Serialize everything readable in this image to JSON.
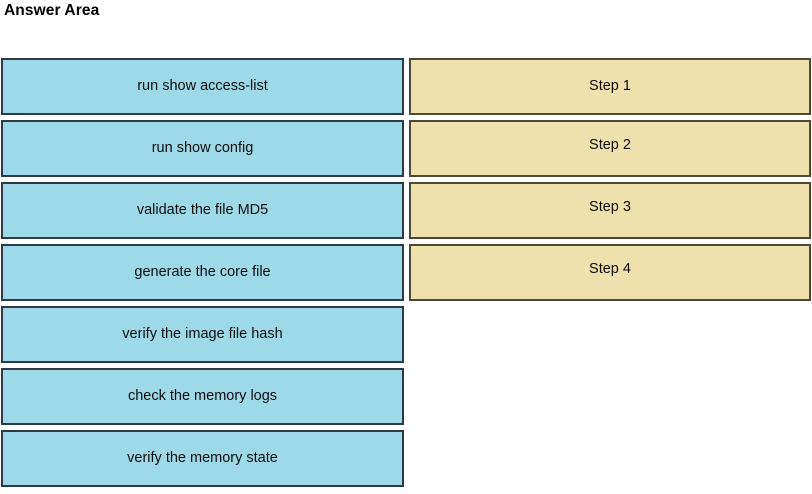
{
  "page": {
    "title": "Answer Area",
    "background_color": "#ffffff",
    "text_color": "#0d0d0d"
  },
  "colors": {
    "option_fill": "#9ed9e9",
    "option_border": "#2c3b46",
    "step_fill": "#efe1ad",
    "step_border": "#4b4a36"
  },
  "options": {
    "label": "Draggable answer options",
    "items": [
      {
        "label": "run show access-list"
      },
      {
        "label": "run show config"
      },
      {
        "label": "validate the file MD5"
      },
      {
        "label": "generate the core file"
      },
      {
        "label": "verify the image file hash"
      },
      {
        "label": "check the memory logs"
      },
      {
        "label": "verify the memory state"
      }
    ]
  },
  "steps": {
    "label": "Ordered drop targets",
    "items": [
      {
        "label": "Step 1"
      },
      {
        "label": "Step 2"
      },
      {
        "label": "Step 3"
      },
      {
        "label": "Step 4"
      }
    ]
  }
}
